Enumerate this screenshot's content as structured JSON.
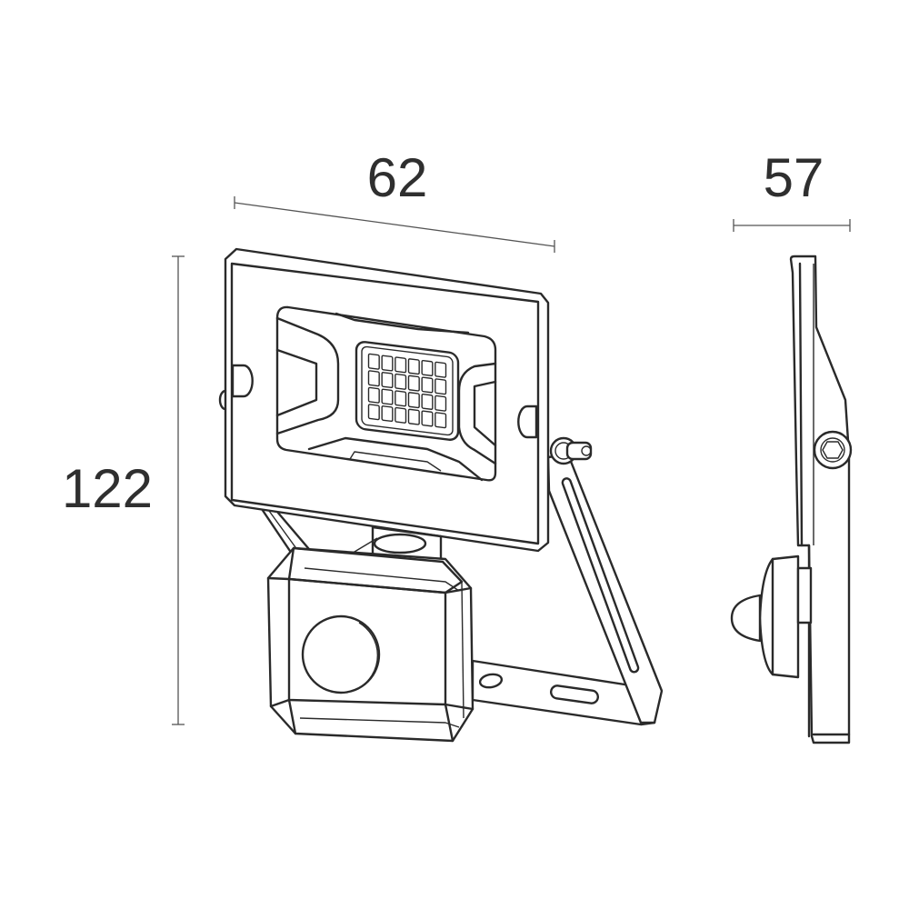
{
  "dimensions": {
    "width": "62",
    "depth": "57",
    "height": "122"
  },
  "led_grid": {
    "columns": 6,
    "rows": 4
  },
  "colors": {
    "line": "#2a2a2a",
    "background": "#ffffff"
  }
}
